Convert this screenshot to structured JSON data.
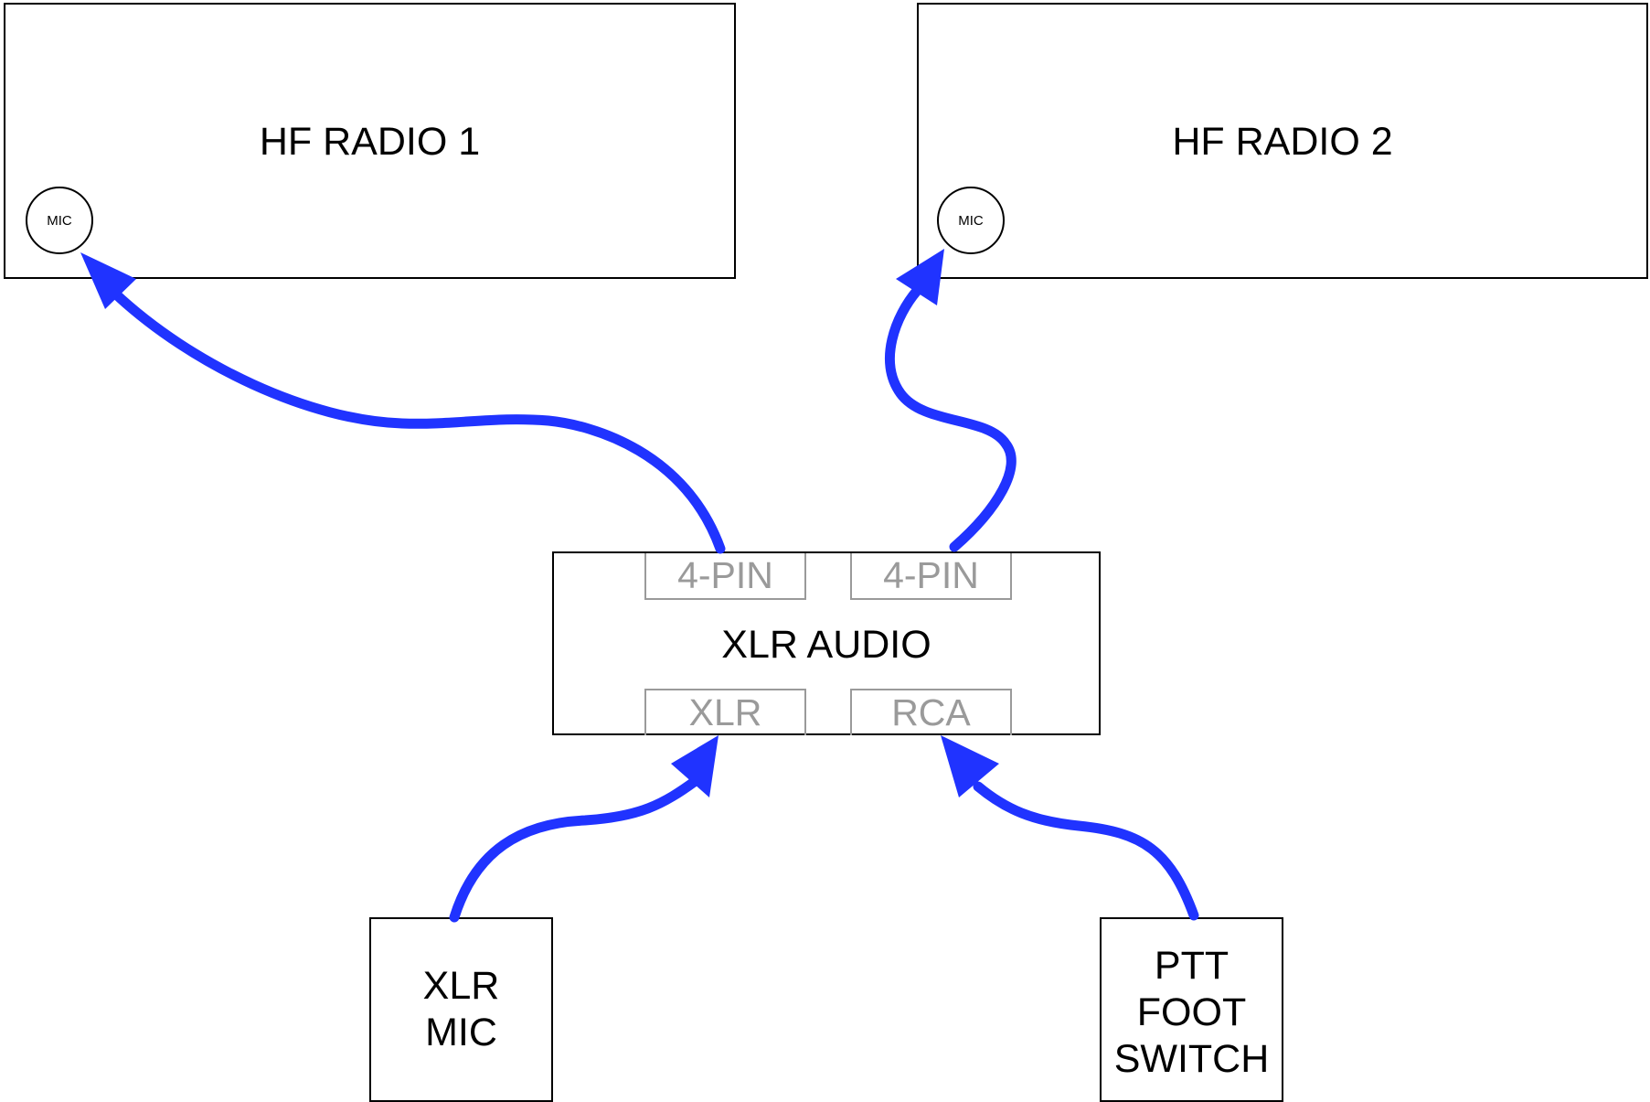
{
  "radios": [
    {
      "title": "HF RADIO 1",
      "port_label": "MIC"
    },
    {
      "title": "HF RADIO 2",
      "port_label": "MIC"
    }
  ],
  "interface": {
    "title": "XLR AUDIO",
    "top_ports": [
      "4-PIN",
      "4-PIN"
    ],
    "bottom_ports": [
      "XLR",
      "RCA"
    ]
  },
  "devices": {
    "mic": {
      "lines": [
        "XLR",
        "MIC"
      ]
    },
    "footswitch": {
      "lines": [
        "PTT",
        "FOOT",
        "SWITCH"
      ]
    }
  },
  "colors": {
    "wire": "#2033ff",
    "port_border": "#9a9a9a",
    "outline": "#000000"
  }
}
